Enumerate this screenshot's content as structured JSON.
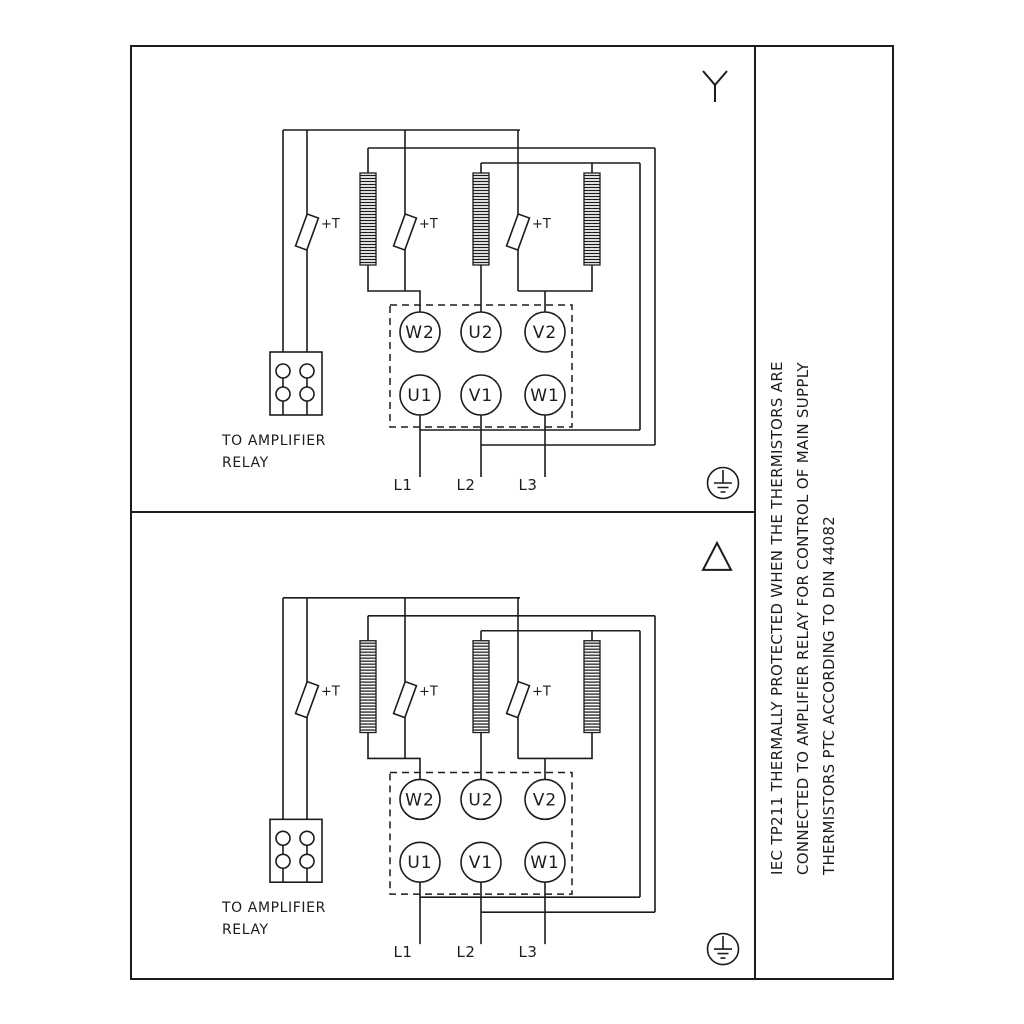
{
  "sheet": {
    "background": "#ffffff",
    "line_color": "#1c1c1c"
  },
  "panels": [
    {
      "connection_name": "wye",
      "symbol": "wye-star",
      "thermistor_labels": [
        "+T",
        "+T",
        "+T"
      ],
      "terminals_top": [
        "W2",
        "U2",
        "V2"
      ],
      "terminals_bottom": [
        "U1",
        "V1",
        "W1"
      ],
      "relay_note": [
        "TO AMPLIFIER",
        "RELAY"
      ],
      "supply_labels": [
        "L1",
        "L2",
        "L3"
      ]
    },
    {
      "connection_name": "delta",
      "symbol": "delta-triangle",
      "thermistor_labels": [
        "+T",
        "+T",
        "+T"
      ],
      "terminals_top": [
        "W2",
        "U2",
        "V2"
      ],
      "terminals_bottom": [
        "U1",
        "V1",
        "W1"
      ],
      "relay_note": [
        "TO AMPLIFIER",
        "RELAY"
      ],
      "supply_labels": [
        "L1",
        "L2",
        "L3"
      ]
    }
  ],
  "side_note": {
    "lines": [
      "IEC TP211 THERMALLY PROTECTED WHEN THE THERMISTORS ARE",
      "CONNECTED TO AMPLIFIER RELAY FOR CONTROL OF MAIN SUPPLY",
      "THERMISTORS PTC ACCORDING TO DIN 44082"
    ]
  }
}
